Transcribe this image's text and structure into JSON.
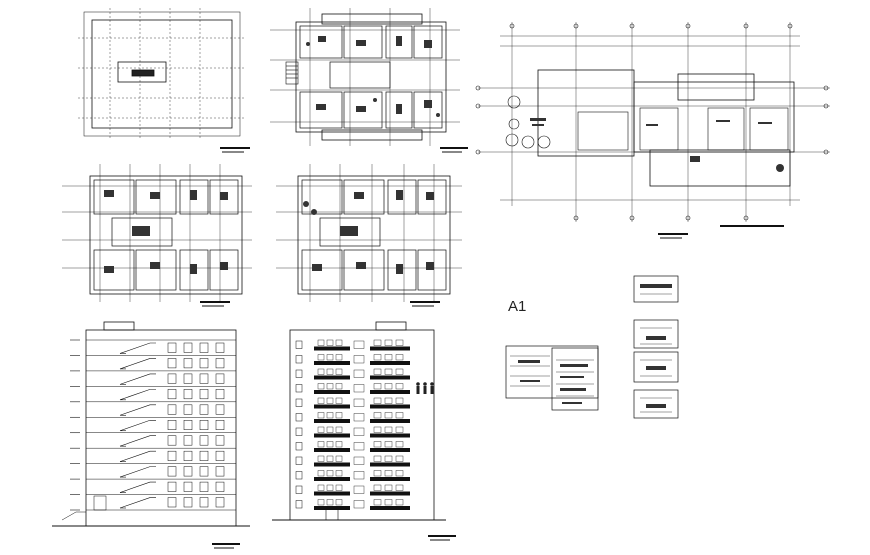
{
  "sheet": {
    "label": "A1"
  },
  "drawings": {
    "roof_plan": {
      "name": "roof-plan"
    },
    "ground_floor_plan": {
      "name": "ground-floor-plan"
    },
    "typical_floor_plan_a": {
      "name": "typical-floor-plan-a"
    },
    "typical_floor_plan_b": {
      "name": "typical-floor-plan-b"
    },
    "site_plan": {
      "name": "site-plan"
    },
    "side_elevation": {
      "name": "side-elevation",
      "floors": 11
    },
    "front_elevation": {
      "name": "front-elevation",
      "floors": 12
    },
    "detail_sheet": {
      "name": "detail-sheet"
    },
    "section_details": {
      "name": "section-details",
      "count": 4
    }
  },
  "colors": {
    "line": "#111111",
    "hatch": "#333333",
    "background": "#ffffff"
  }
}
